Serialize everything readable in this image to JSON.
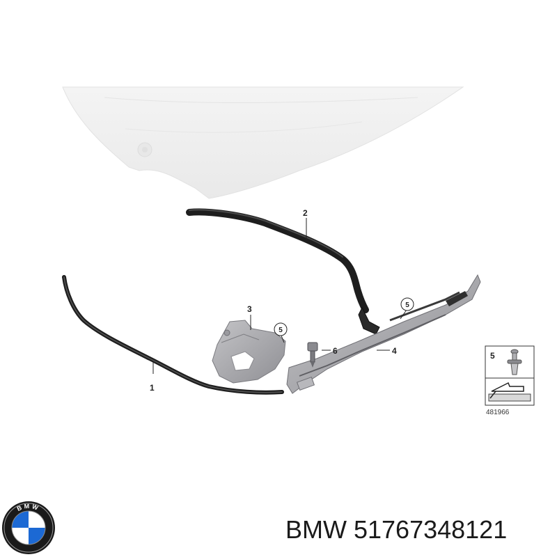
{
  "callouts": {
    "part_1": "1",
    "part_2": "2",
    "part_3": "3",
    "part_4": "4",
    "part_5_a": "5",
    "part_5_b": "5",
    "part_6": "6"
  },
  "legend": {
    "number": "5",
    "diagram_ref": "481966"
  },
  "footer": {
    "brand": "BMW",
    "part_number": "51767348121"
  },
  "logo": {
    "text": "BMW"
  },
  "colors": {
    "seal": "#1e1e1e",
    "bracket": "#a9a9ad",
    "hood": "#f0f0f0",
    "bmw_blue": "#1c69d4"
  }
}
